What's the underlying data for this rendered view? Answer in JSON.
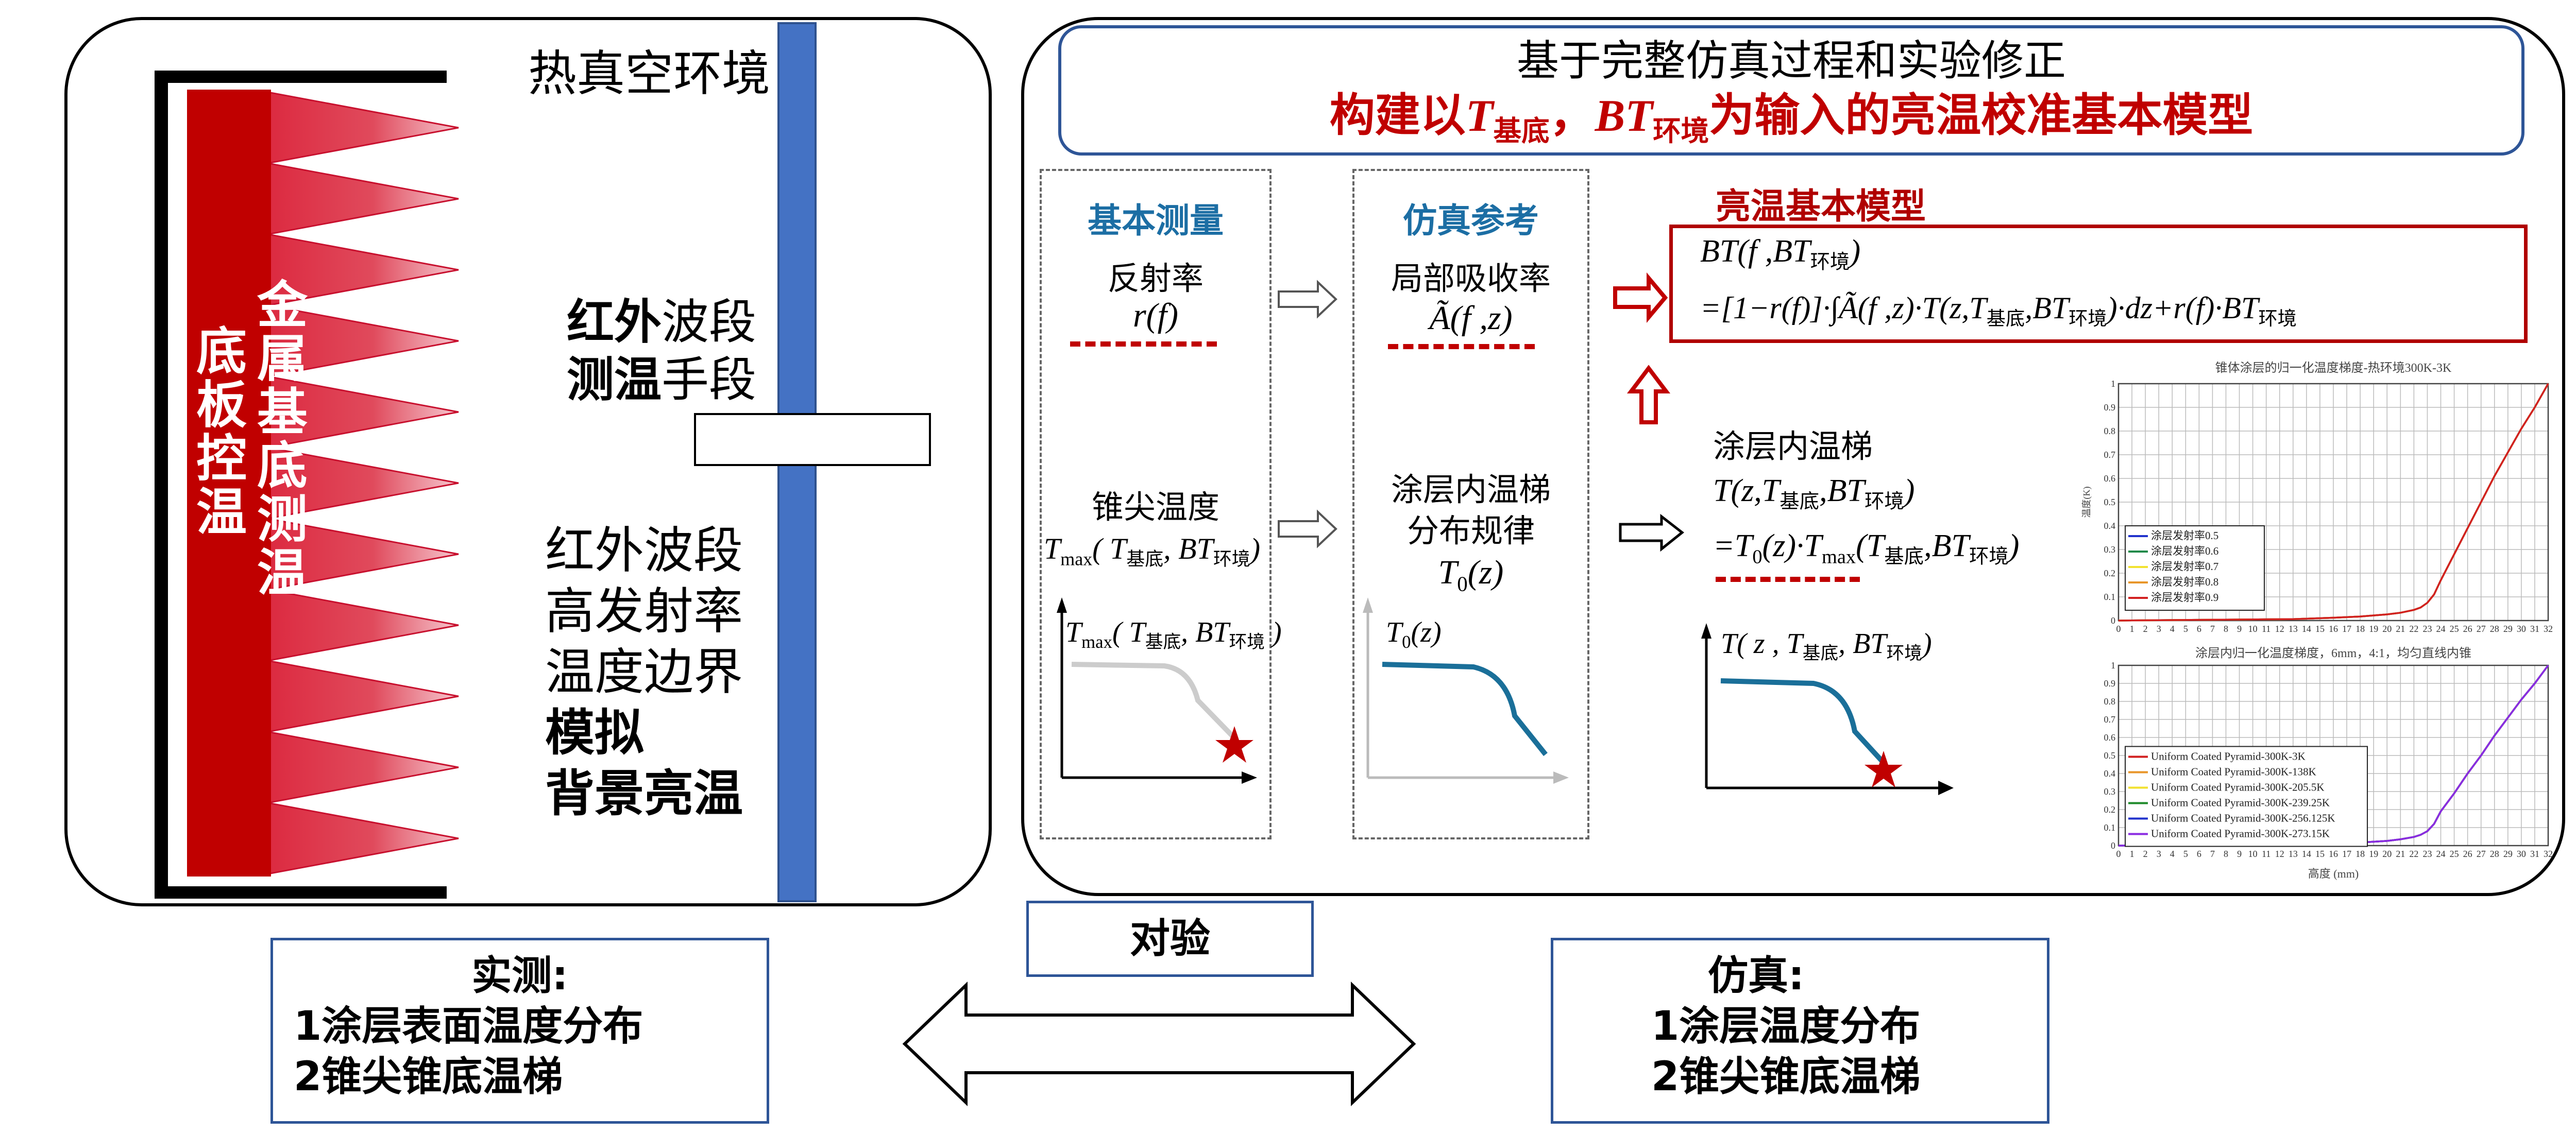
{
  "left_panel": {
    "env_label": "热真空环境",
    "ir_method": {
      "line1_bold": "红外",
      "line1_rest": "波段",
      "line2_bold": "测温",
      "line2_rest": "手段"
    },
    "boundary_lines": [
      {
        "text": "红外波段",
        "bold": false
      },
      {
        "text": "高发射率",
        "bold": false
      },
      {
        "text": "温度边界",
        "bold": false
      },
      {
        "text": "模拟",
        "bold": true
      },
      {
        "text": "背景亮温",
        "bold": true
      }
    ],
    "base_plate_label": "底板控温",
    "substrate_label": "金属基底测温",
    "colors": {
      "plate": "#c00000",
      "window": "#4472c4"
    }
  },
  "right_panel": {
    "title_line1": "基于完整仿真过程和实验修正",
    "title_line2_parts": [
      {
        "t": "构建以"
      },
      {
        "t": "T",
        "i": true
      },
      {
        "s": "基底"
      },
      {
        "t": "，"
      },
      {
        "t": "BT",
        "i": true
      },
      {
        "s": "环境"
      },
      {
        "t": "为输入的亮温校准基本模型"
      }
    ],
    "col1": {
      "heading": "基本测量",
      "reflectance_label": "反射率",
      "reflectance_formula": [
        {
          "t": "r(f)"
        }
      ],
      "tip_temp_label": "锥尖温度",
      "tip_temp_formula": [
        {
          "t": "T"
        },
        {
          "s": "max"
        },
        {
          "t": "( T"
        },
        {
          "s": "基底"
        },
        {
          "t": ", BT"
        },
        {
          "s": "环境"
        },
        {
          "t": ")"
        }
      ],
      "mini_chart_label": [
        {
          "t": "T"
        },
        {
          "s": "max"
        },
        {
          "t": "( T"
        },
        {
          "s": "基底"
        },
        {
          "t": ", BT"
        },
        {
          "s": "环境"
        },
        {
          "t": " )"
        }
      ]
    },
    "col2": {
      "heading": "仿真参考",
      "absorptance_label": "局部吸收率",
      "absorptance_formula": [
        {
          "t": "Ã(f ,z)"
        }
      ],
      "gradient_label_1": "涂层内温梯",
      "gradient_label_2": "分布规律",
      "gradient_formula": [
        {
          "t": "T"
        },
        {
          "s": "0"
        },
        {
          "t": "(z)"
        }
      ],
      "mini_chart_label": [
        {
          "t": "T"
        },
        {
          "s": "0"
        },
        {
          "t": "(z)"
        }
      ]
    },
    "col3": {
      "heading": "亮温基本模型",
      "formula_line1": [
        {
          "t": "BT(f ,BT"
        },
        {
          "s": "环境"
        },
        {
          "t": ")"
        }
      ],
      "formula_line2": [
        {
          "t": "=[1−r(f)]·∫Ã(f ,z)·T(z,T"
        },
        {
          "s": "基底"
        },
        {
          "t": ",BT"
        },
        {
          "s": "环境"
        },
        {
          "t": ")·dz+r(f)·BT"
        },
        {
          "s": "环境"
        }
      ],
      "gradient_label": "涂层内温梯",
      "gradient_formula_1": [
        {
          "t": "T(z,T"
        },
        {
          "s": "基底"
        },
        {
          "t": ",BT"
        },
        {
          "s": "环境"
        },
        {
          "t": ")"
        }
      ],
      "gradient_formula_2": [
        {
          "t": "=T"
        },
        {
          "s": "0"
        },
        {
          "t": "(z)·T"
        },
        {
          "s": "max"
        },
        {
          "t": "(T"
        },
        {
          "s": "基底"
        },
        {
          "t": ",BT"
        },
        {
          "s": "环境"
        },
        {
          "t": ")"
        }
      ],
      "mini_chart_label": [
        {
          "t": "T( z , T"
        },
        {
          "s": "基底"
        },
        {
          "t": ", BT"
        },
        {
          "s": "环境"
        },
        {
          "t": ")"
        }
      ]
    }
  },
  "bottom": {
    "compare_label": "对验",
    "measured": {
      "title": "实测:",
      "lines": [
        "1涂层表面温度分布",
        "2锥尖锥底温梯"
      ]
    },
    "simulated": {
      "title": "仿真:",
      "lines": [
        "1涂层温度分布",
        "2锥尖锥底温梯"
      ]
    }
  },
  "chart_data": [
    {
      "type": "line",
      "title": "锥体涂层的归一化温度梯度-热环境300K-3K",
      "xlabel": "",
      "ylabel": "温度(K)",
      "xlim": [
        0,
        32
      ],
      "ylim": [
        0,
        1
      ],
      "xticks": [
        0,
        1,
        2,
        3,
        4,
        5,
        6,
        7,
        8,
        9,
        10,
        11,
        12,
        13,
        14,
        15,
        16,
        17,
        18,
        19,
        20,
        21,
        22,
        23,
        24,
        25,
        26,
        27,
        28,
        29,
        30,
        31,
        32
      ],
      "yticks": [
        0,
        0.1,
        0.2,
        0.3,
        0.4,
        0.5,
        0.6,
        0.7,
        0.8,
        0.9,
        1
      ],
      "grid": true,
      "legend": "bottom-left",
      "x": [
        0,
        6,
        13,
        16,
        18,
        20,
        21,
        22,
        22.5,
        23,
        23.5,
        24,
        25,
        26,
        27,
        28,
        29,
        30,
        31,
        32
      ],
      "series": [
        {
          "name": "涂层发射率0.5",
          "color": "#2233cc",
          "values": [
            0,
            0.003,
            0.006,
            0.012,
            0.017,
            0.026,
            0.033,
            0.045,
            0.055,
            0.075,
            0.11,
            0.17,
            0.28,
            0.39,
            0.5,
            0.61,
            0.71,
            0.81,
            0.9,
            1
          ]
        },
        {
          "name": "涂层发射率0.6",
          "color": "#1e8a4a",
          "values": [
            0,
            0.003,
            0.006,
            0.012,
            0.017,
            0.026,
            0.033,
            0.045,
            0.055,
            0.075,
            0.11,
            0.17,
            0.28,
            0.39,
            0.5,
            0.61,
            0.71,
            0.81,
            0.9,
            1
          ]
        },
        {
          "name": "涂层发射率0.7",
          "color": "#f2e230",
          "values": [
            0,
            0.003,
            0.006,
            0.012,
            0.017,
            0.026,
            0.033,
            0.045,
            0.055,
            0.075,
            0.11,
            0.17,
            0.28,
            0.39,
            0.5,
            0.61,
            0.71,
            0.81,
            0.9,
            1
          ]
        },
        {
          "name": "涂层发射率0.8",
          "color": "#e8962a",
          "values": [
            0,
            0.003,
            0.006,
            0.012,
            0.017,
            0.026,
            0.033,
            0.045,
            0.055,
            0.075,
            0.11,
            0.17,
            0.28,
            0.39,
            0.5,
            0.61,
            0.71,
            0.81,
            0.9,
            1
          ]
        },
        {
          "name": "涂层发射率0.9",
          "color": "#d22020",
          "values": [
            0,
            0.003,
            0.006,
            0.012,
            0.017,
            0.026,
            0.033,
            0.045,
            0.055,
            0.075,
            0.11,
            0.17,
            0.28,
            0.39,
            0.5,
            0.61,
            0.71,
            0.81,
            0.9,
            1
          ]
        }
      ]
    },
    {
      "type": "line",
      "title": "涂层内归一化温度梯度，6mm，4:1，均匀直线内锥",
      "xlabel": "高度 (mm)",
      "ylabel": "",
      "xlim": [
        0,
        32
      ],
      "ylim": [
        0,
        1
      ],
      "xticks": [
        0,
        1,
        2,
        3,
        4,
        5,
        6,
        7,
        8,
        9,
        10,
        11,
        12,
        13,
        14,
        15,
        16,
        17,
        18,
        19,
        20,
        21,
        22,
        23,
        24,
        25,
        26,
        27,
        28,
        29,
        30,
        31,
        32
      ],
      "yticks": [
        0,
        0.1,
        0.2,
        0.3,
        0.4,
        0.5,
        0.6,
        0.7,
        0.8,
        0.9,
        1
      ],
      "grid": true,
      "legend": "bottom-left",
      "x": [
        0,
        6,
        13,
        16,
        18,
        20,
        21,
        22,
        22.5,
        23,
        23.5,
        24,
        25,
        26,
        27,
        28,
        29,
        30,
        31,
        32
      ],
      "series": [
        {
          "name": "Uniform Coated Pyramid-300K-3K",
          "color": "#d22020",
          "values": [
            0,
            0.003,
            0.006,
            0.012,
            0.017,
            0.026,
            0.035,
            0.048,
            0.06,
            0.08,
            0.12,
            0.19,
            0.29,
            0.4,
            0.5,
            0.61,
            0.71,
            0.81,
            0.9,
            1
          ]
        },
        {
          "name": "Uniform Coated Pyramid-300K-138K",
          "color": "#e8962a",
          "values": [
            0,
            0.003,
            0.006,
            0.012,
            0.017,
            0.026,
            0.035,
            0.048,
            0.06,
            0.08,
            0.12,
            0.19,
            0.29,
            0.4,
            0.5,
            0.61,
            0.71,
            0.81,
            0.9,
            1
          ]
        },
        {
          "name": "Uniform Coated Pyramid-300K-205.5K",
          "color": "#f2e230",
          "values": [
            0,
            0.003,
            0.006,
            0.012,
            0.017,
            0.026,
            0.035,
            0.048,
            0.06,
            0.08,
            0.12,
            0.19,
            0.29,
            0.4,
            0.5,
            0.61,
            0.71,
            0.81,
            0.9,
            1
          ]
        },
        {
          "name": "Uniform Coated Pyramid-300K-239.25K",
          "color": "#1e8a2a",
          "values": [
            0,
            0.003,
            0.006,
            0.012,
            0.017,
            0.026,
            0.035,
            0.048,
            0.06,
            0.08,
            0.12,
            0.19,
            0.29,
            0.4,
            0.5,
            0.61,
            0.71,
            0.81,
            0.9,
            1
          ]
        },
        {
          "name": "Uniform Coated Pyramid-300K-256.125K",
          "color": "#2233cc",
          "values": [
            0,
            0.003,
            0.006,
            0.012,
            0.017,
            0.026,
            0.035,
            0.048,
            0.06,
            0.08,
            0.12,
            0.19,
            0.29,
            0.4,
            0.5,
            0.61,
            0.71,
            0.81,
            0.9,
            1
          ]
        },
        {
          "name": "Uniform Coated Pyramid-300K-273.15K",
          "color": "#8a2be2",
          "values": [
            0,
            0.003,
            0.006,
            0.012,
            0.017,
            0.026,
            0.035,
            0.048,
            0.06,
            0.08,
            0.12,
            0.19,
            0.29,
            0.4,
            0.5,
            0.61,
            0.71,
            0.81,
            0.9,
            1
          ]
        }
      ]
    }
  ]
}
